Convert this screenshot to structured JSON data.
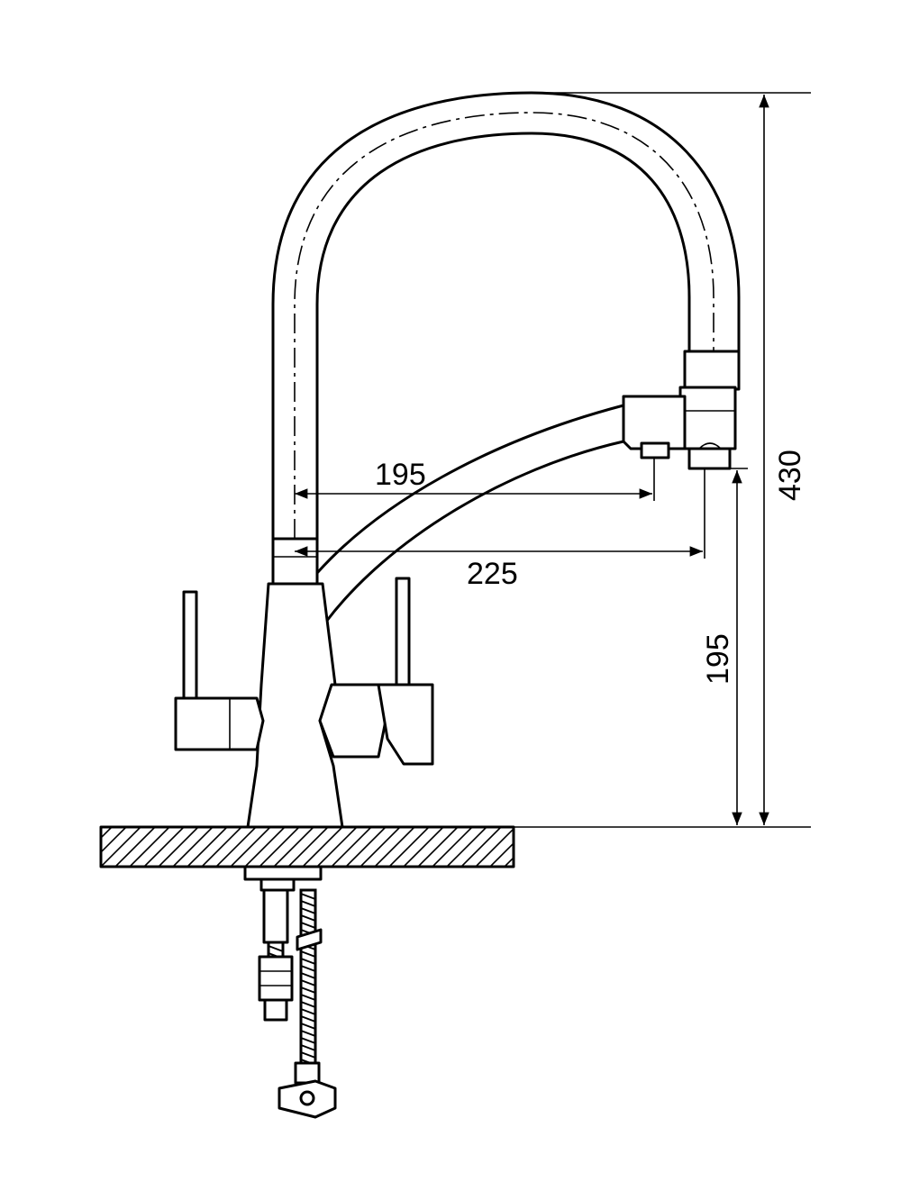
{
  "diagram": {
    "dimensions": {
      "spout_reach_filter": "195",
      "spout_reach_main": "225",
      "outlet_height": "195",
      "total_height": "430"
    },
    "icons": {
      "faucet": "faucet-drawing",
      "countertop": "hatched-countertop",
      "hoses": "supply-hoses"
    },
    "colors": {
      "line": "#000000",
      "background": "#ffffff"
    }
  }
}
